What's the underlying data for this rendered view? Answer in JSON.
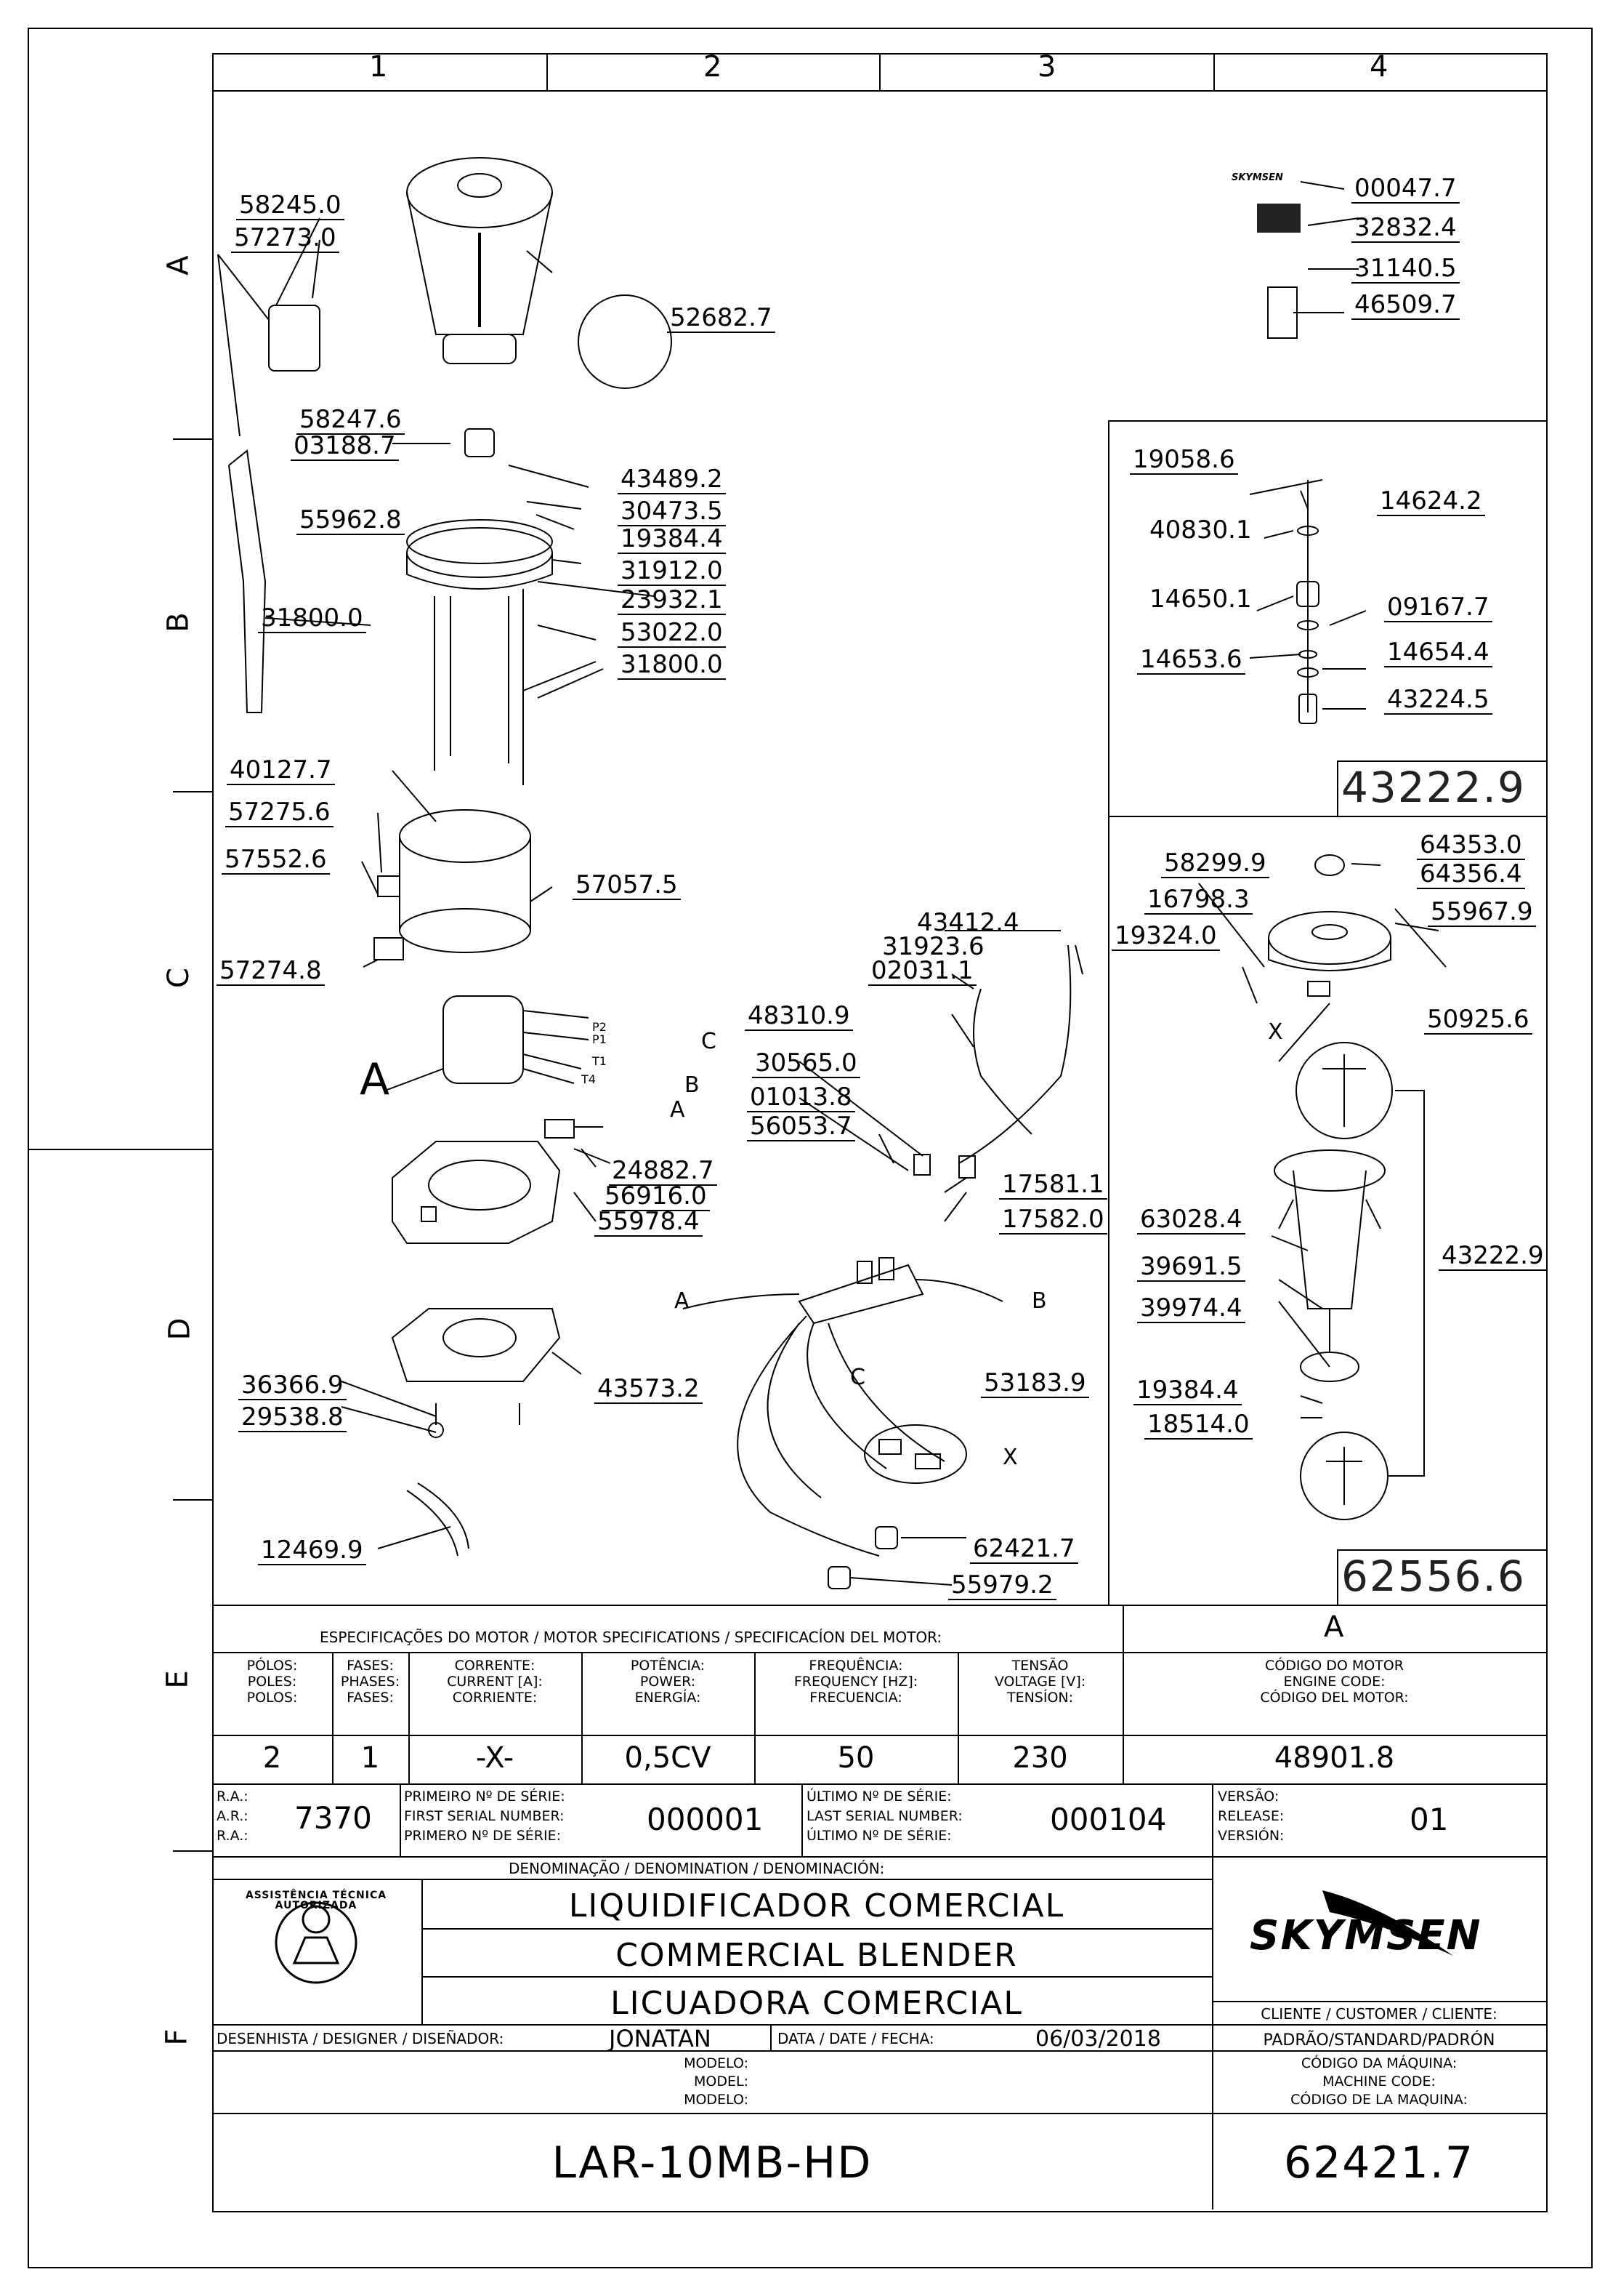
{
  "grid": {
    "columns": [
      "1",
      "2",
      "3",
      "4"
    ],
    "rows": [
      "A",
      "B",
      "C",
      "D",
      "E",
      "F"
    ]
  },
  "brand": {
    "logo_text": "SKYMSEN",
    "badge_text": "ASSISTÊNCIA TÉCNICA AUTORIZADA"
  },
  "part_numbers": {
    "p58245": "58245.0",
    "p57273": "57273.0",
    "p52682": "52682.7",
    "p58247": "58247.6",
    "p03188": "03188.7",
    "p43489": "43489.2",
    "p30473": "30473.5",
    "p19384a": "19384.4",
    "p55962": "55962.8",
    "p31912": "31912.0",
    "p23932": "23932.1",
    "p31800a": "31800.0",
    "p53022": "53022.0",
    "p31800b": "31800.0",
    "p40127": "40127.7",
    "p57275": "57275.6",
    "p57552": "57552.6",
    "p57057": "57057.5",
    "p57274": "57274.8",
    "p24882": "24882.7",
    "p56916": "56916.0",
    "p55978": "55978.4",
    "p36366": "36366.9",
    "p29538": "29538.8",
    "p43573": "43573.2",
    "p12469": "12469.9",
    "p00047": "00047.7",
    "p32832": "32832.4",
    "p31140": "31140.5",
    "p46509": "46509.7",
    "p19058": "19058.6",
    "p40830": "40830.1",
    "p14624": "14624.2",
    "p14650": "14650.1",
    "p09167": "09167.7",
    "p14653": "14653.6",
    "p14654": "14654.4",
    "p43224": "43224.5",
    "p43222box": "43222.9",
    "p58299": "58299.9",
    "p64353": "64353.0",
    "p64356": "64356.4",
    "p16798": "16798.3",
    "p55967": "55967.9",
    "p19324": "19324.0",
    "p50925": "50925.6",
    "p63028": "63028.4",
    "p39691": "39691.5",
    "p39974": "39974.4",
    "p43222": "43222.9",
    "p19384b": "19384.4",
    "p18514": "18514.0",
    "p62556box": "62556.6",
    "p43412": "43412.4",
    "p31923": "31923.6",
    "p02031": "02031.1",
    "p48310": "48310.9",
    "p30565": "30565.0",
    "p01013": "01013.8",
    "p56053": "56053.7",
    "p17581": "17581.1",
    "p17582": "17582.0",
    "p53183": "53183.9",
    "p62421": "62421.7",
    "p55979": "55979.2"
  },
  "callouts": {
    "A": "A",
    "B": "B",
    "C": "C",
    "X": "X",
    "P2": "P2",
    "P1": "P1",
    "T1": "T1",
    "T4": "T4"
  },
  "motor_specs": {
    "title": "ESPECIFICAÇÕES DO MOTOR / MOTOR SPECIFICATIONS / SPECIFICACÍON DEL MOTOR:",
    "side_title": "A",
    "headers": [
      [
        "PÓLOS:",
        "POLES:",
        "POLOS:"
      ],
      [
        "FASES:",
        "PHASES:",
        "FASES:"
      ],
      [
        "CORRENTE:",
        "CURRENT [A]:",
        "CORRIENTE:"
      ],
      [
        "POTÊNCIA:",
        "POWER:",
        "ENERGÍA:"
      ],
      [
        "FREQUÊNCIA:",
        "FREQUENCY [Hz]:",
        "FRECUENCIA:"
      ],
      [
        "TENSÃO",
        "VOLTAGE [V]:",
        "TENSÍON:"
      ],
      [
        "CÓDIGO DO MOTOR",
        "ENGINE CODE:",
        "CÓDIGO DEL MOTOR:"
      ]
    ],
    "values": [
      "2",
      "1",
      "-X-",
      "0,5CV",
      "50",
      "230",
      "48901.8"
    ]
  },
  "revision": {
    "ra_labels": [
      "R.A.:",
      "A.R.:",
      "R.A.:"
    ],
    "ra_value": "7370",
    "first_labels": [
      "PRIMEIRO Nº DE SÉRIE:",
      "FIRST SERIAL NUMBER:",
      "PRIMERO Nº DE SÉRIE:"
    ],
    "first_value": "000001",
    "last_labels": [
      "ÚLTIMO Nº DE SÉRIE:",
      "LAST SERIAL NUMBER:",
      "ÚLTIMO Nº DE SÉRIE:"
    ],
    "last_value": "000104",
    "version_labels": [
      "VERSÃO:",
      "RELEASE:",
      "VERSIÓN:"
    ],
    "version_value": "01"
  },
  "title_block": {
    "denomination_label": "DENOMINAÇÃO / DENOMINATION / DENOMINACIÓN:",
    "name_pt": "LIQUIDIFICADOR COMERCIAL",
    "name_en": "COMMERCIAL BLENDER",
    "name_es": "LICUADORA COMERCIAL",
    "client_label": "CLIENTE / CUSTOMER / CLIENTE:",
    "client_value": "PADRÃO/STANDARD/PADRÓN",
    "designer_label": "DESENHISTA / DESIGNER / DISEÑADOR:",
    "designer_value": "JONATAN",
    "date_label": "DATA / DATE / FECHA:",
    "date_value": "06/03/2018",
    "model_labels": [
      "MODELO:",
      "MODEL:",
      "MODELO:"
    ],
    "machine_code_labels": [
      "CÓDIGO DA MÁQUINA:",
      "MACHINE CODE:",
      "CÓDIGO DE LA MAQUINA:"
    ],
    "model_value": "LAR-10MB-HD",
    "machine_code_value": "62421.7"
  }
}
